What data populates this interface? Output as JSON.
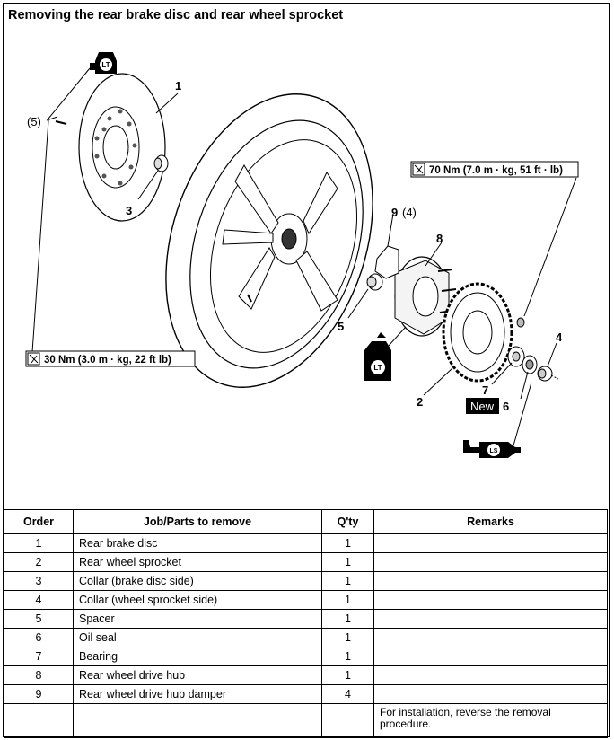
{
  "title": "Removing the rear brake disc and rear wheel sprocket",
  "callouts": {
    "c1": "1",
    "c2": "2",
    "c3": "3",
    "c4": "4",
    "c5": "5",
    "c5p": "(5)",
    "c6": "6",
    "c7": "7",
    "c8": "8",
    "c9": "9",
    "c4p": "(4)",
    "new": "New"
  },
  "torques": {
    "t1": "70 Nm (7.0 m · kg, 51 ft · lb)",
    "t2": "30 Nm (3.0 m · kg, 22 ft   lb)"
  },
  "icons": {
    "lt_top": "LT",
    "lt_bottom": "LT",
    "ls": "LS"
  },
  "table": {
    "headers": {
      "order": "Order",
      "job": "Job/Parts to remove",
      "qty": "Q'ty",
      "remarks": "Remarks"
    },
    "rows": [
      {
        "order": "1",
        "job": "Rear brake disc",
        "qty": "1",
        "remarks": ""
      },
      {
        "order": "2",
        "job": "Rear wheel sprocket",
        "qty": "1",
        "remarks": ""
      },
      {
        "order": "3",
        "job": "Collar (brake disc side)",
        "qty": "1",
        "remarks": ""
      },
      {
        "order": "4",
        "job": "Collar (wheel sprocket side)",
        "qty": "1",
        "remarks": ""
      },
      {
        "order": "5",
        "job": "Spacer",
        "qty": "1",
        "remarks": ""
      },
      {
        "order": "6",
        "job": "Oil seal",
        "qty": "1",
        "remarks": ""
      },
      {
        "order": "7",
        "job": "Bearing",
        "qty": "1",
        "remarks": ""
      },
      {
        "order": "8",
        "job": "Rear wheel drive hub",
        "qty": "1",
        "remarks": ""
      },
      {
        "order": "9",
        "job": "Rear wheel drive hub damper",
        "qty": "4",
        "remarks": ""
      },
      {
        "order": "",
        "job": "",
        "qty": "",
        "remarks": "For installation, reverse the removal procedure."
      }
    ]
  }
}
